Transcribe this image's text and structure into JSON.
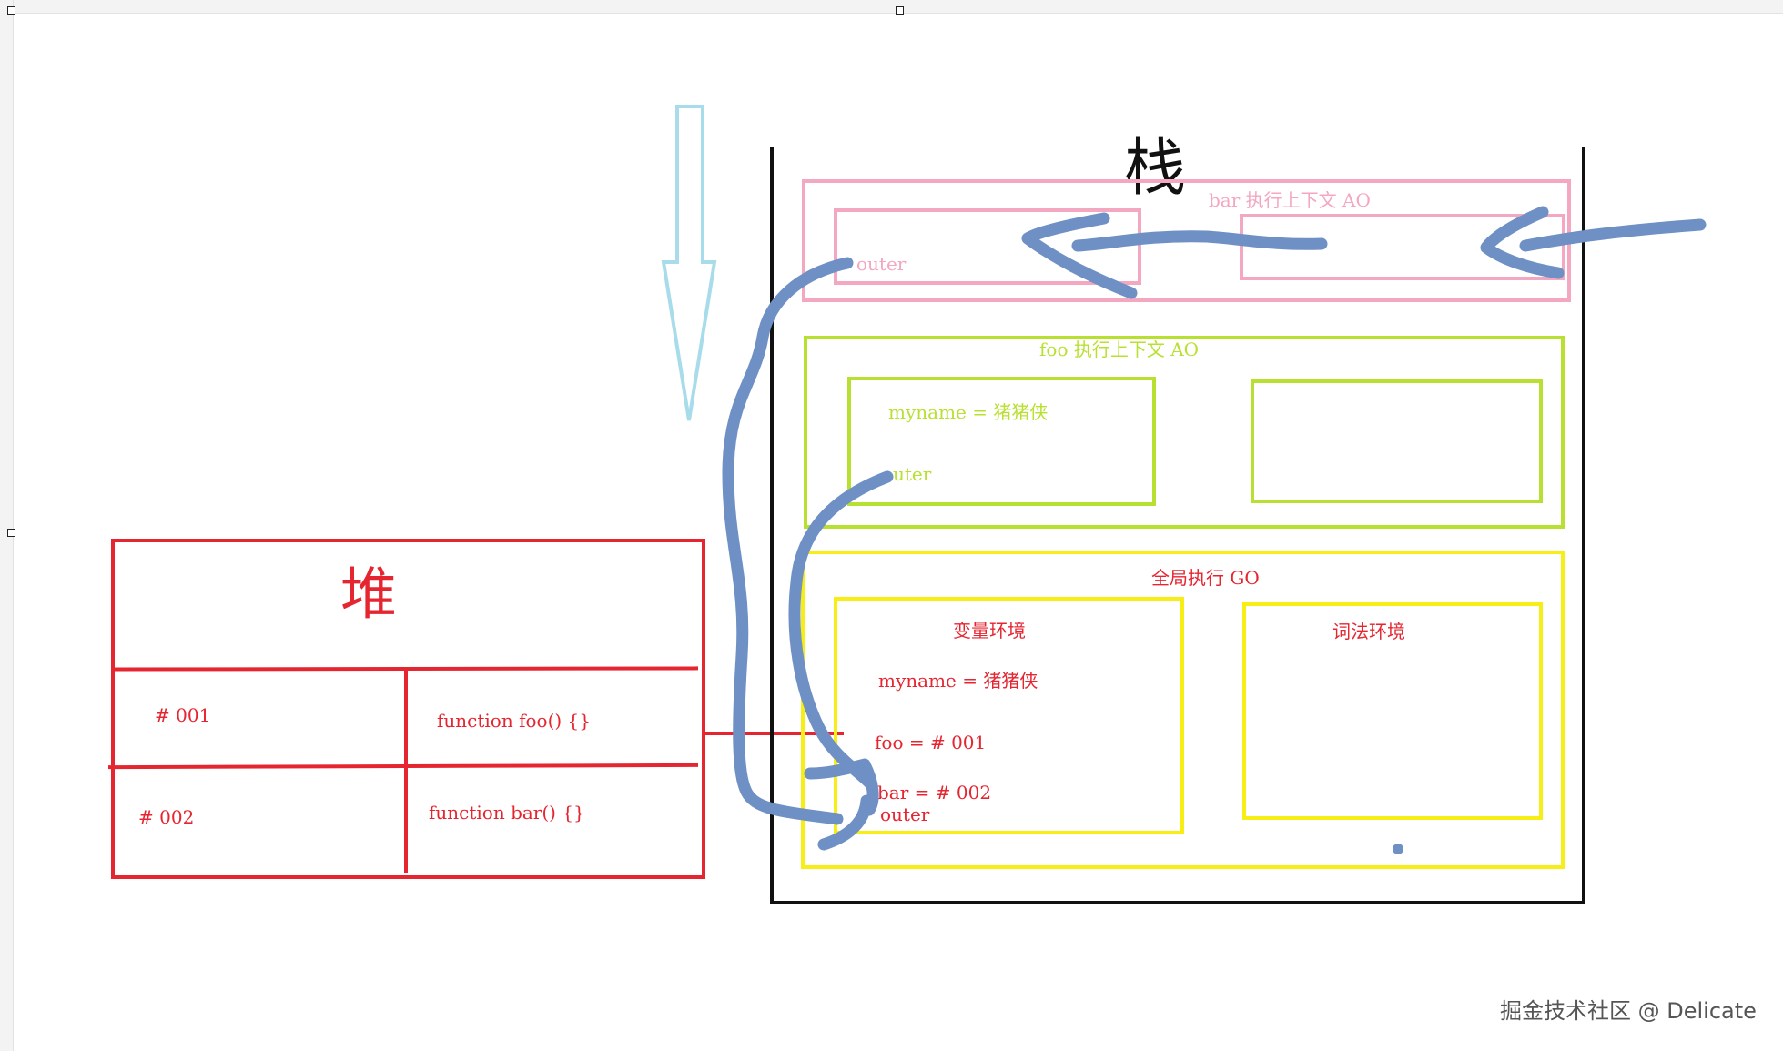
{
  "colors": {
    "heap": "#e52631",
    "bar_context": "#f3a7c0",
    "foo_context": "#b8e030",
    "global_context": "#f6ee14",
    "stack_border": "#111111",
    "pen": "#6f90c4",
    "down_arrow": "#a8dceb",
    "watermark": "#555555"
  },
  "heap": {
    "title": "堆",
    "rows": [
      {
        "address": "# 001",
        "value": "function foo()  {}"
      },
      {
        "address": "# 002",
        "value": "function bar()  {}"
      }
    ]
  },
  "stack": {
    "title": "栈",
    "bar_context": {
      "label": "bar 执行上下文 AO",
      "left_box": "outer"
    },
    "foo_context": {
      "label": "foo 执行上下文 AO",
      "left_box": {
        "line1": "myname  =  猪猪侠",
        "line2": "uter"
      }
    },
    "global_context": {
      "label": "全局执行 GO",
      "variable_env": {
        "title": "变量环境",
        "lines": [
          "myname  =  猪猪侠",
          "foo  =  # 001",
          "bar  =  # 002",
          "outer"
        ]
      },
      "lexical_env": {
        "title": "词法环境"
      }
    }
  },
  "icons": {
    "down_arrow": "down-arrow-icon",
    "pen_arrows": "hand-drawn-arrow-icon"
  },
  "watermark": "掘金技术社区 @ Delicate"
}
